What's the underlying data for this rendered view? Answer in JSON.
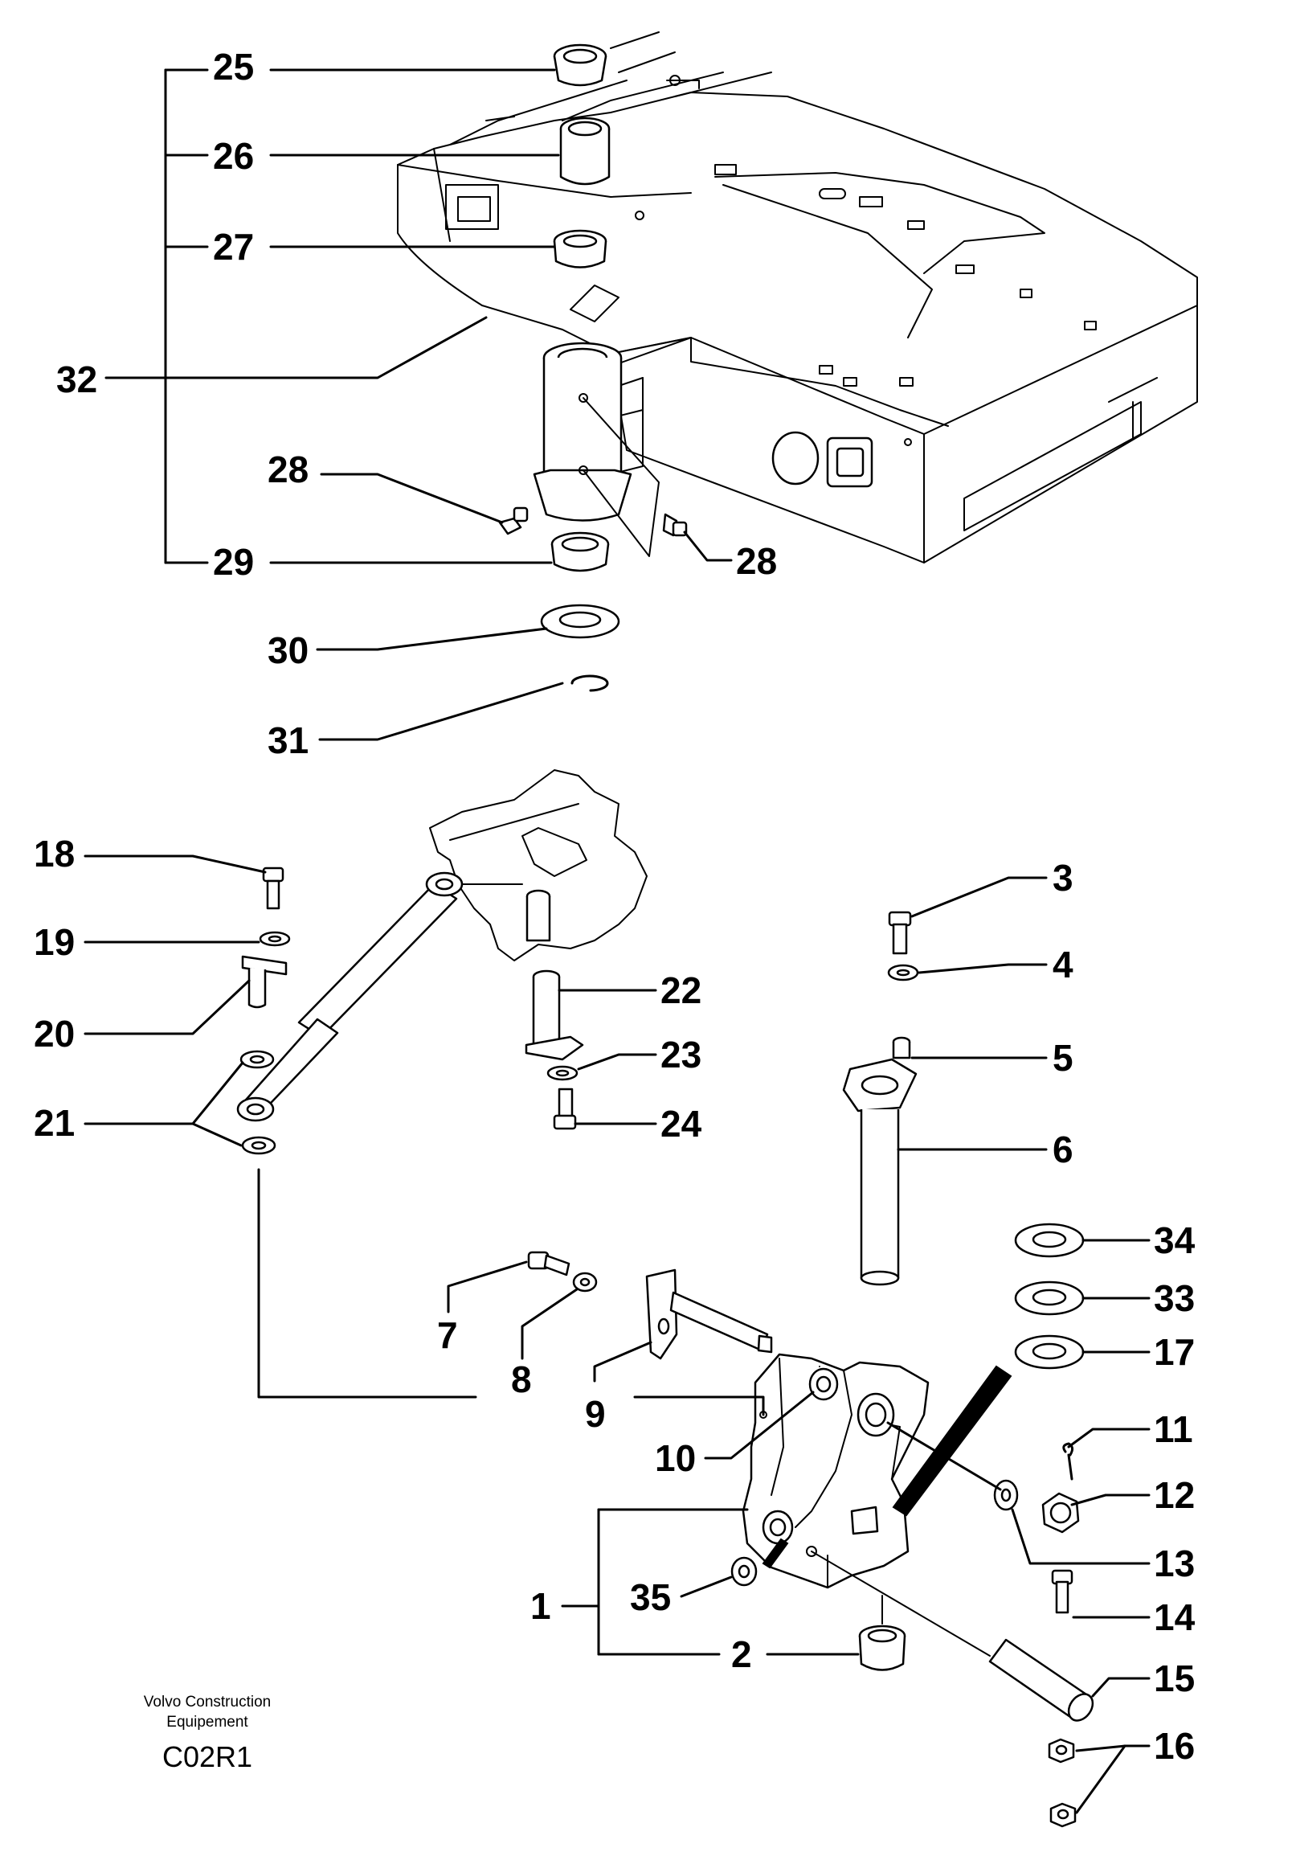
{
  "callouts": {
    "c1": "1",
    "c2": "2",
    "c3": "3",
    "c4": "4",
    "c5": "5",
    "c6": "6",
    "c7": "7",
    "c8": "8",
    "c9": "9",
    "c10": "10",
    "c11": "11",
    "c12": "12",
    "c13": "13",
    "c14": "14",
    "c15": "15",
    "c16": "16",
    "c17": "17",
    "c18": "18",
    "c19": "19",
    "c20": "20",
    "c21": "21",
    "c22": "22",
    "c23": "23",
    "c24": "24",
    "c25": "25",
    "c26": "26",
    "c27": "27",
    "c28a": "28",
    "c28b": "28",
    "c29": "29",
    "c30": "30",
    "c31": "31",
    "c32": "32",
    "c33": "33",
    "c34": "34",
    "c35": "35"
  },
  "footer": {
    "maker_line1": "Volvo Construction",
    "maker_line2": "Equipement",
    "code": "C02R1"
  }
}
